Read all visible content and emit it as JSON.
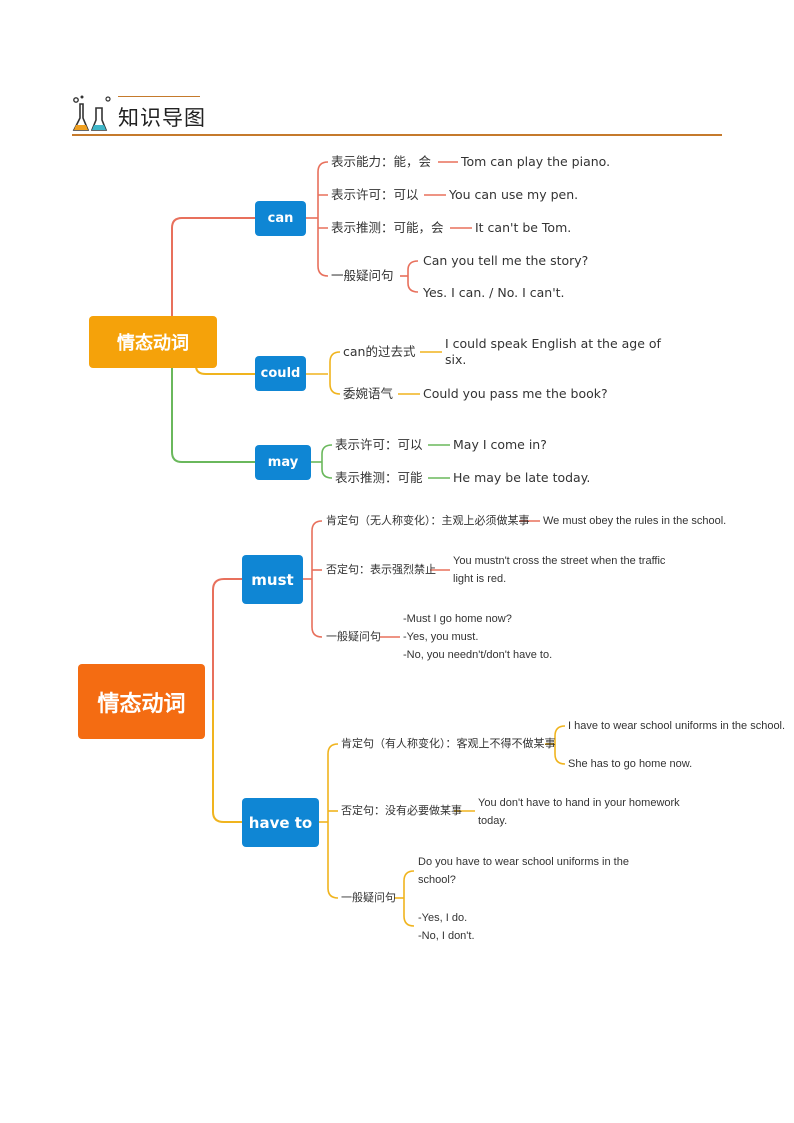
{
  "header": {
    "title": "知识导图",
    "icon": "chemistry-flask-icon"
  },
  "colors": {
    "orange_root": "#f5a20a",
    "deep_orange_root": "#f46c12",
    "blue_node": "#0f86d4",
    "red_line": "#e8705c",
    "yellow_line": "#f0b41e",
    "green_line": "#6ab85c",
    "header_rule": "#c57a2c"
  },
  "map1": {
    "root": "情态动词",
    "can": {
      "label": "can",
      "items": [
        {
          "desc": "表示能力：能，会",
          "example": "Tom can play the piano."
        },
        {
          "desc": "表示许可：可以",
          "example": "You can use my pen."
        },
        {
          "desc": "表示推测：可能，会",
          "example": "It can't be Tom."
        }
      ],
      "question": {
        "desc": "一般疑问句",
        "examples": [
          "Can you tell me the story?",
          "Yes. I can. / No. I can't."
        ]
      }
    },
    "could": {
      "label": "could",
      "items": [
        {
          "desc": "can的过去式",
          "example": "I could speak English at the age of six."
        },
        {
          "desc": "委婉语气",
          "example": "Could you pass me the book?"
        }
      ]
    },
    "may": {
      "label": "may",
      "items": [
        {
          "desc": "表示许可：可以",
          "example": "May I come in?"
        },
        {
          "desc": "表示推测：可能",
          "example": "He may be late today."
        }
      ]
    }
  },
  "map2": {
    "root": "情态动词",
    "must": {
      "label": "must",
      "items": [
        {
          "desc": "肯定句（无人称变化）：主观上必须做某事",
          "example": "We must obey the rules in the school."
        },
        {
          "desc": "否定句：表示强烈禁止",
          "example": "You mustn't cross the street when the traffic light is red."
        },
        {
          "desc": "一般疑问句",
          "lines": [
            "-Must I go home now?",
            "-Yes, you must.",
            "-No, you needn't/don't have to."
          ]
        }
      ]
    },
    "have_to": {
      "label": "have to",
      "items": [
        {
          "desc": "肯定句（有人称变化）：客观上不得不做某事",
          "examples": [
            "I have to wear school uniforms in the school.",
            "She has to go home now."
          ]
        },
        {
          "desc": "否定句：没有必要做某事",
          "example": "You don't have to hand in your homework today."
        },
        {
          "desc": "一般疑问句",
          "example": "Do you have to wear school uniforms in the school?",
          "lines": [
            "-Yes, I do.",
            "-No, I don't."
          ]
        }
      ]
    }
  }
}
